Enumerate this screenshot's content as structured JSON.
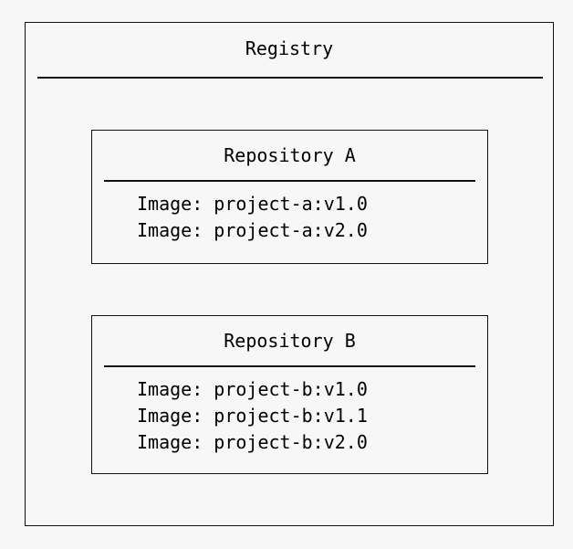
{
  "diagram": {
    "type": "container-hierarchy",
    "background_color": "#f7f7f7",
    "line_color": "#111111",
    "registry": {
      "title": "Registry",
      "repositories": [
        {
          "title": "Repository A",
          "images": [
            "Image: project-a:v1.0",
            "Image: project-a:v2.0"
          ]
        },
        {
          "title": "Repository B",
          "images": [
            "Image: project-b:v1.0",
            "Image: project-b:v1.1",
            "Image: project-b:v2.0"
          ]
        }
      ]
    }
  }
}
